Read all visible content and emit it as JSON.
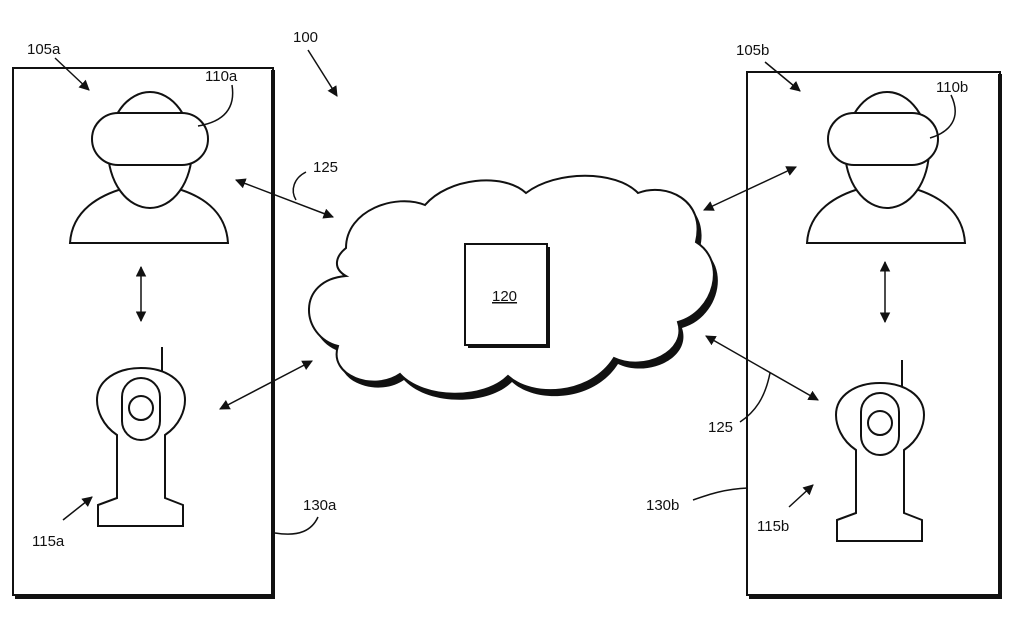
{
  "labels": {
    "system": "100",
    "location_a": "105a",
    "location_b": "105b",
    "headset_a": "110a",
    "headset_b": "110b",
    "robot_a": "115a",
    "robot_b": "115b",
    "server": "120",
    "network_left": "125",
    "network_right": "125",
    "boundary_a": "130a",
    "boundary_b": "130b"
  },
  "colors": {
    "line": "#111111",
    "background": "#ffffff"
  }
}
